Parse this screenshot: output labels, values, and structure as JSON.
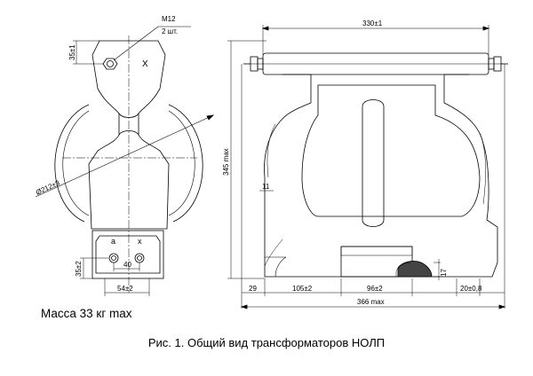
{
  "labels": {
    "thread": "M12",
    "thread_qty": "2 шт.",
    "term_x_top": "X",
    "term_a": "a",
    "term_x": "x"
  },
  "dimensions": {
    "top_height": "35±1",
    "diameter": "Ø212±3",
    "pitch": "40",
    "bottom_width": "54±2",
    "bottom_height": "35±2",
    "overall_width_top": "330±1",
    "height": "345 max",
    "wall": "11",
    "d29": "29",
    "d105": "105±2",
    "d96": "96±2",
    "d17": "17",
    "d20": "20±0,8",
    "overall_width": "366 max"
  },
  "mass_text": "Масса 33 кг max",
  "caption": "Рис. 1. Общий вид трансформаторов НОЛП"
}
